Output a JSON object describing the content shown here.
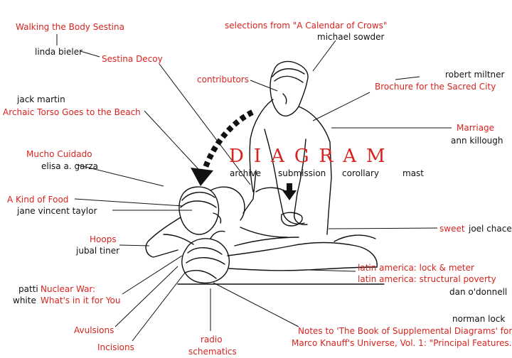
{
  "colors": {
    "link_red": "#d8231f",
    "text_black": "#111111"
  },
  "site_title": "DIAGRAM",
  "nav": [
    "archive",
    "submission",
    "corollary",
    "mast"
  ],
  "labels": {
    "walking_body_sestina": "Walking the Body Sestina",
    "linda_bieler": "linda bieler",
    "sestina_decoy": "Sestina Decoy",
    "calendar_of_crows": "selections from \"A Calendar of Crows\"",
    "michael_sowder": "michael sowder",
    "contributors": "contributors",
    "robert_miltner": "robert miltner",
    "brochure": "Brochure for the Sacred City",
    "jack_martin": "jack martin",
    "archaic_torso": "Archaic Torso Goes to the Beach",
    "marriage": "Marriage",
    "ann_killough": "ann killough",
    "mucho_cuidado": "Mucho Cuidado",
    "elisa_garza": "elisa a. garza",
    "kind_of_food": "A Kind of Food",
    "jane_taylor": "jane vincent taylor",
    "sweet": "sweet",
    "joel_chace": "joel chace",
    "hoops": "Hoops",
    "jubal_tiner": "jubal tiner",
    "latin_lock": "latin america: lock & meter",
    "latin_poverty": "latin america: structural poverty",
    "patti": "patti",
    "white": "white",
    "nuclear_war_1": "Nuclear War:",
    "nuclear_war_2": "What's in it for You",
    "dan_odonnell": "dan o'donnell",
    "norman_lock": "norman lock",
    "avulsions": "Avulsions",
    "incisions": "Incisions",
    "radio": "radio",
    "schematics": "schematics",
    "notes_1": "Notes to 'The Book of Supplemental Diagrams' for",
    "notes_2": "Marco Knauff's Universe, Vol. 1: \"Principal Features.\""
  }
}
